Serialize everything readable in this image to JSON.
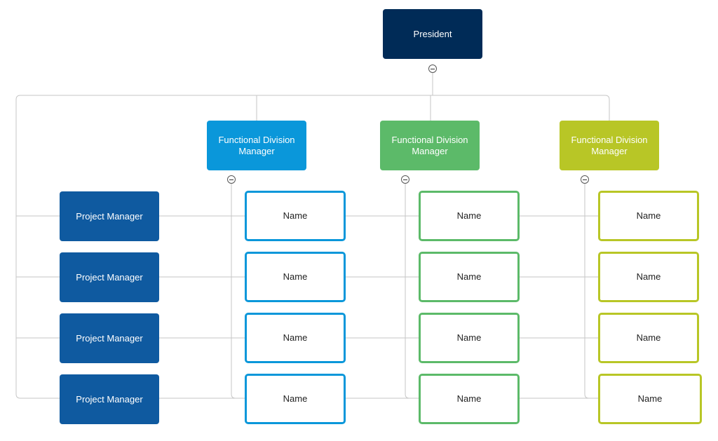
{
  "president": {
    "label": "President",
    "color": "#002b57"
  },
  "divisions": [
    {
      "label": "Functional Division Manager",
      "color": "#0a97da"
    },
    {
      "label": "Functional Division Manager",
      "color": "#5cba69"
    },
    {
      "label": "Functional Division Manager",
      "color": "#b8c626"
    }
  ],
  "project_managers": [
    {
      "label": "Project Manager"
    },
    {
      "label": "Project Manager"
    },
    {
      "label": "Project Manager"
    },
    {
      "label": "Project Manager"
    }
  ],
  "pm_color": "#0f5aa0",
  "names": [
    [
      "Name",
      "Name",
      "Name",
      "Name"
    ],
    [
      "Name",
      "Name",
      "Name",
      "Name"
    ],
    [
      "Name",
      "Name",
      "Name",
      "Name"
    ]
  ],
  "line_color": "#c6c6c6"
}
